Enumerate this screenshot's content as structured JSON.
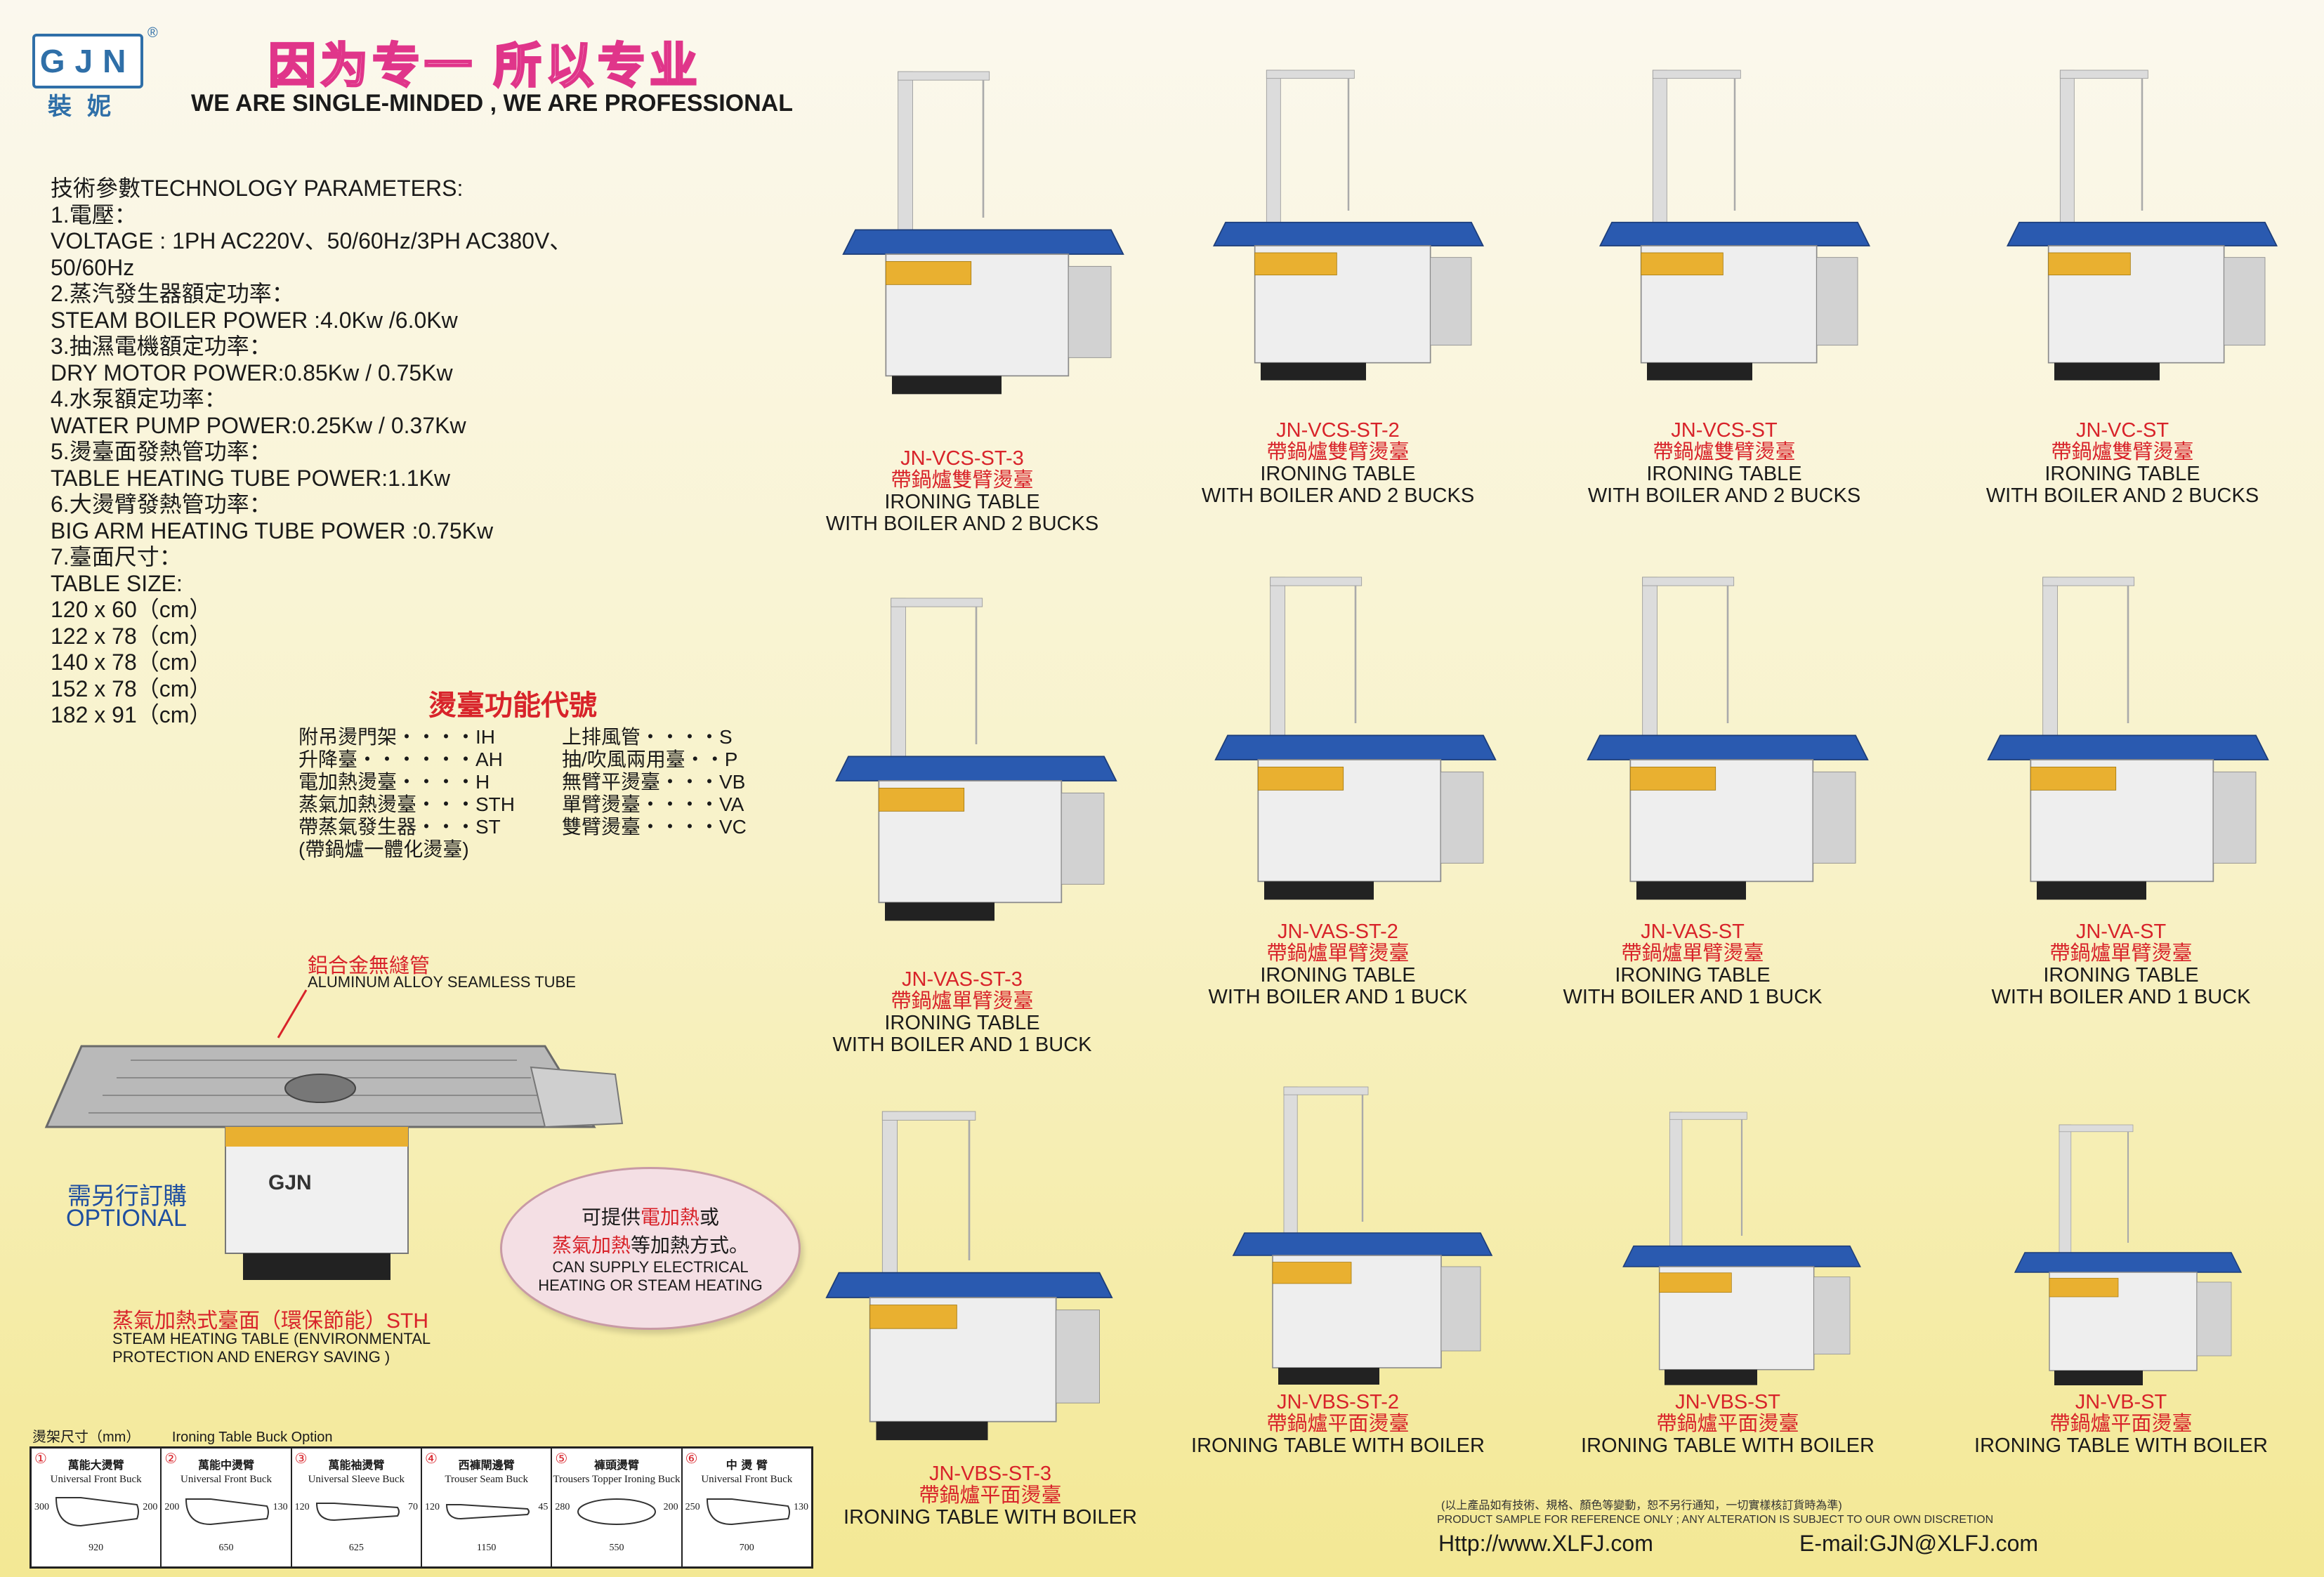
{
  "brand": {
    "logo_text": "GJN",
    "logo_cn": "裝妮",
    "registered_mark": "®"
  },
  "slogan": {
    "cn": "因为专一  所以专业",
    "en": "WE ARE SINGLE-MINDED , WE ARE PROFESSIONAL"
  },
  "parameters": {
    "lines": [
      "技術參數TECHNOLOGY PARAMETERS:",
      "1.電壓：",
      "VOLTAGE : 1PH AC220V、50/60Hz/3PH AC380V、",
      "50/60Hz",
      "2.蒸汽發生器額定功率：",
      "  STEAM BOILER POWER :4.0Kw /6.0Kw",
      "3.抽濕電機額定功率：",
      "  DRY MOTOR POWER:0.85Kw / 0.75Kw",
      "4.水泵額定功率：",
      "  WATER PUMP POWER:0.25Kw / 0.37Kw",
      "5.燙臺面發熱管功率：",
      " TABLE HEATING TUBE POWER:1.1Kw",
      "6.大燙臂發熱管功率：",
      "  BIG ARM HEATING TUBE POWER :0.75Kw",
      "7.臺面尺寸：",
      "TABLE SIZE:",
      "120 x 60（cm）",
      "122 x 78（cm）",
      "140 x 78（cm）",
      "152 x 78（cm）",
      "182 x 91（cm）"
    ]
  },
  "function_codes": {
    "title": "燙臺功能代號",
    "left": [
      "附吊燙門架・・・・IH",
      "升降臺・・・・・・AH",
      "電加熱燙臺・・・・H",
      "蒸氣加熱燙臺・・・STH",
      "帶蒸氣發生器・・・ST",
      "(帶鍋爐一體化燙臺)"
    ],
    "right": [
      "上排風管・・・・S",
      "抽/吹風兩用臺・・P",
      "無臂平燙臺・・・VB",
      "單臂燙臺・・・・VA",
      "雙臂燙臺・・・・VC"
    ]
  },
  "optional": {
    "tube_cn": "鋁合金無縫管",
    "tube_en": "ALUMINUM ALLOY SEAMLESS TUBE",
    "optional_cn": "需另行訂購",
    "optional_en": "OPTIONAL",
    "sth_cn": "蒸氣加熱式臺面（環保節能）STH",
    "sth_en1": "STEAM HEATING TABLE (ENVIRONMENTAL",
    "sth_en2": "PROTECTION AND ENERGY SAVING )"
  },
  "bubble": {
    "l1_a": "可提供",
    "l1_b": "電加熱",
    "l1_c": "或",
    "l2_a": "蒸氣加熱",
    "l2_b": "等加熱方式。",
    "l3": "CAN SUPPLY ELECTRICAL",
    "l4": "HEATING OR STEAM HEATING"
  },
  "machine_label": "GJN",
  "products": [
    {
      "model": "JN-VCS-ST-3",
      "cn": "帶鍋爐雙臂燙臺",
      "en1": "IRONING TABLE",
      "en2": "WITH BOILER AND 2 BUCKS"
    },
    {
      "model": "JN-VCS-ST-2",
      "cn": "帶鍋爐雙臂燙臺",
      "en1": "IRONING TABLE",
      "en2": "WITH BOILER AND 2 BUCKS"
    },
    {
      "model": "JN-VCS-ST",
      "cn": "帶鍋爐雙臂燙臺",
      "en1": "IRONING TABLE",
      "en2": "WITH BOILER AND 2 BUCKS"
    },
    {
      "model": "JN-VC-ST",
      "cn": "帶鍋爐雙臂燙臺",
      "en1": "IRONING TABLE",
      "en2": "WITH BOILER AND 2 BUCKS"
    },
    {
      "model": "JN-VAS-ST-3",
      "cn": "帶鍋爐單臂燙臺",
      "en1": "IRONING TABLE",
      "en2": "WITH BOILER AND 1 BUCK"
    },
    {
      "model": "JN-VAS-ST-2",
      "cn": "帶鍋爐單臂燙臺",
      "en1": "IRONING TABLE",
      "en2": "WITH BOILER AND 1 BUCK"
    },
    {
      "model": "JN-VAS-ST",
      "cn": "帶鍋爐單臂燙臺",
      "en1": "IRONING TABLE",
      "en2": "WITH BOILER AND 1 BUCK"
    },
    {
      "model": "JN-VA-ST",
      "cn": "帶鍋爐單臂燙臺",
      "en1": "IRONING TABLE",
      "en2": "WITH BOILER AND 1 BUCK"
    },
    {
      "model": "JN-VBS-ST-3",
      "cn": "帶鍋爐平面燙臺",
      "en1": "IRONING TABLE WITH BOILER",
      "en2": ""
    },
    {
      "model": "JN-VBS-ST-2",
      "cn": "帶鍋爐平面燙臺",
      "en1": "IRONING TABLE WITH BOILER",
      "en2": ""
    },
    {
      "model": "JN-VBS-ST",
      "cn": "帶鍋爐平面燙臺",
      "en1": "IRONING TABLE WITH BOILER",
      "en2": ""
    },
    {
      "model": "JN-VB-ST",
      "cn": "帶鍋爐平面燙臺",
      "en1": "IRONING TABLE WITH BOILER",
      "en2": ""
    }
  ],
  "buck_table": {
    "header_cn": "燙架尺寸（mm）",
    "header_en": "Ironing  Table  Buck  Option",
    "items": [
      {
        "num": "①",
        "cn": "萬能大燙臂",
        "en": "Universal Front Buck",
        "left": "300",
        "right": "200",
        "width": "920"
      },
      {
        "num": "②",
        "cn": "萬能中燙臂",
        "en": "Universal Front Buck",
        "left": "200",
        "right": "130",
        "width": "650"
      },
      {
        "num": "③",
        "cn": "萬能袖燙臂",
        "en": "Universal Sleeve Buck",
        "left": "120",
        "right": "70",
        "width": "625"
      },
      {
        "num": "④",
        "cn": "西褲閘邊臂",
        "en": "Trouser Seam Buck",
        "left": "120",
        "right": "45",
        "width": "1150"
      },
      {
        "num": "⑤",
        "cn": "褲頭燙臂",
        "en": "Trousers Topper Ironing Buck",
        "left": "280",
        "right": "200",
        "width": "550"
      },
      {
        "num": "⑥",
        "cn": "中 燙 臂",
        "en": "Universal Front Buck",
        "left": "250",
        "right": "130",
        "width": "700"
      }
    ]
  },
  "footer": {
    "notice_cn": "(以上產品如有技術、規格、顏色等變動，恕不另行通知，一切實樣核訂貨時為準)",
    "notice_en": "PRODUCT SAMPLE FOR REFERENCE ONLY ; ANY ALTERATION  IS SUBJECT TO OUR OWN DISCRETION",
    "website": "Http://www.XLFJ.com",
    "email": "E-mail:GJN@XLFJ.com"
  }
}
